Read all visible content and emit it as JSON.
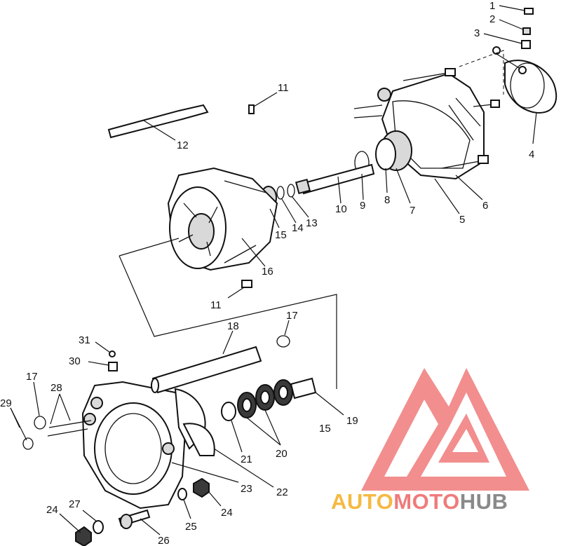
{
  "callouts": [
    {
      "id": "c1",
      "text": "1"
    },
    {
      "id": "c2",
      "text": "2"
    },
    {
      "id": "c3",
      "text": "3"
    },
    {
      "id": "c4",
      "text": "4"
    },
    {
      "id": "c5",
      "text": "5"
    },
    {
      "id": "c6",
      "text": "6"
    },
    {
      "id": "c7",
      "text": "7"
    },
    {
      "id": "c8",
      "text": "8"
    },
    {
      "id": "c9",
      "text": "9"
    },
    {
      "id": "c10",
      "text": "10"
    },
    {
      "id": "c11a",
      "text": "11"
    },
    {
      "id": "c11b",
      "text": "11"
    },
    {
      "id": "c12",
      "text": "12"
    },
    {
      "id": "c13",
      "text": "13"
    },
    {
      "id": "c14",
      "text": "14"
    },
    {
      "id": "c15a",
      "text": "15"
    },
    {
      "id": "c15b",
      "text": "15"
    },
    {
      "id": "c16",
      "text": "16"
    },
    {
      "id": "c17a",
      "text": "17"
    },
    {
      "id": "c17b",
      "text": "17"
    },
    {
      "id": "c18",
      "text": "18"
    },
    {
      "id": "c19",
      "text": "19"
    },
    {
      "id": "c20",
      "text": "20"
    },
    {
      "id": "c21",
      "text": "21"
    },
    {
      "id": "c22",
      "text": "22"
    },
    {
      "id": "c23",
      "text": "23"
    },
    {
      "id": "c24a",
      "text": "24"
    },
    {
      "id": "c24b",
      "text": "24"
    },
    {
      "id": "c25",
      "text": "25"
    },
    {
      "id": "c26",
      "text": "26"
    },
    {
      "id": "c27",
      "text": "27"
    },
    {
      "id": "c28",
      "text": "28"
    },
    {
      "id": "c29",
      "text": "29"
    },
    {
      "id": "c30",
      "text": "30"
    },
    {
      "id": "c31",
      "text": "31"
    }
  ],
  "watermark": {
    "word_auto": "AUTO",
    "word_moto": "MOTO",
    "word_hub": "HUB",
    "colors": {
      "auto": "#f5b942",
      "moto": "#f07b7b",
      "hub": "#8a8a8a",
      "triangle": "#f07b7b"
    }
  }
}
